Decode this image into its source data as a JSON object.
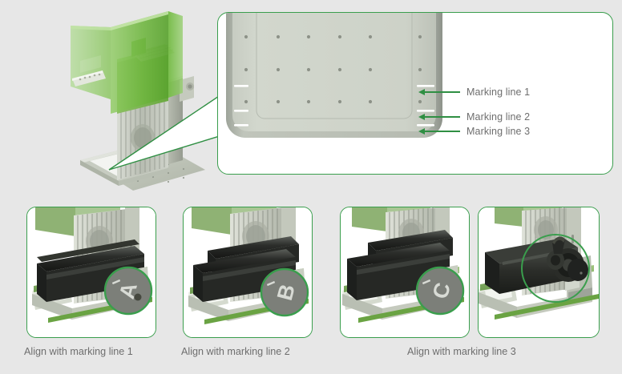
{
  "theme": {
    "background": "#e7e7e7",
    "accent_green": "#3a9e4d",
    "arrow_green": "#2f8f43",
    "text_gray": "#6e6e6e",
    "panel_bg": "#ffffff",
    "cover_green": "#7cc04a",
    "metal_gray": "#c9cdc4"
  },
  "detail_callout": {
    "name": "build-plate-detail",
    "marking_labels": [
      {
        "id": "line1",
        "text": "Marking line 1"
      },
      {
        "id": "line2",
        "text": "Marking line 2"
      },
      {
        "id": "line3",
        "text": "Marking line 3"
      }
    ],
    "plate": {
      "dot_columns": 6,
      "dot_rows": 3,
      "marking_line_count": 3
    }
  },
  "steps": [
    {
      "id": "step-a",
      "magnifier_label": "A",
      "magnifier_style": "filled",
      "caption": "Align with marking line 1"
    },
    {
      "id": "step-b",
      "magnifier_label": "B",
      "magnifier_style": "filled",
      "caption": "Align with marking line 2"
    },
    {
      "id": "step-c",
      "magnifier_label": "C",
      "magnifier_style": "filled",
      "caption": "Align with marking line 3"
    },
    {
      "id": "step-d",
      "magnifier_label": "",
      "magnifier_style": "outline",
      "caption": ""
    }
  ],
  "captions": [
    {
      "id": "caption-1",
      "text": "Align with marking line 1"
    },
    {
      "id": "caption-2",
      "text": "Align with marking line 2"
    },
    {
      "id": "caption-3",
      "text": "Align with marking line 3"
    }
  ]
}
